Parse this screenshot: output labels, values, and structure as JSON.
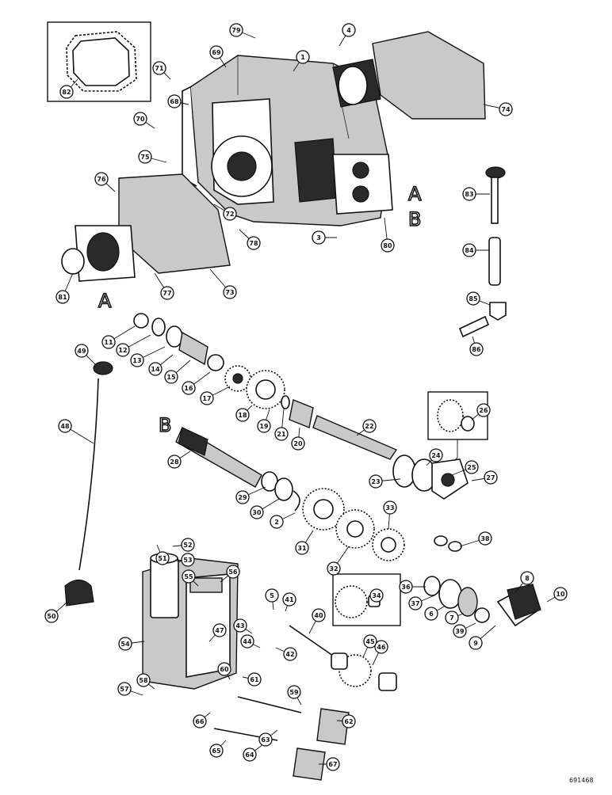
{
  "diagram": {
    "section_letters": [
      "A",
      "B",
      "A",
      "B"
    ],
    "drawing_number": "691468",
    "callouts": [
      "79",
      "4",
      "1",
      "69",
      "71",
      "82",
      "68",
      "74",
      "70",
      "75",
      "76",
      "72",
      "78",
      "80",
      "3",
      "81",
      "77",
      "73",
      "83",
      "84",
      "85",
      "86",
      "11",
      "12",
      "13",
      "14",
      "15",
      "16",
      "17",
      "18",
      "19",
      "21",
      "20",
      "22",
      "26",
      "49",
      "48",
      "28",
      "24",
      "25",
      "27",
      "23",
      "29",
      "30",
      "2",
      "31",
      "32",
      "33",
      "38",
      "51",
      "52",
      "53",
      "55",
      "56",
      "8",
      "36",
      "37",
      "6",
      "7",
      "39",
      "9",
      "10",
      "5",
      "41",
      "40",
      "34",
      "43",
      "42",
      "44",
      "54",
      "47",
      "45",
      "46",
      "50",
      "60",
      "61",
      "57",
      "58",
      "59",
      "62",
      "66",
      "63",
      "65",
      "64",
      "67"
    ]
  }
}
